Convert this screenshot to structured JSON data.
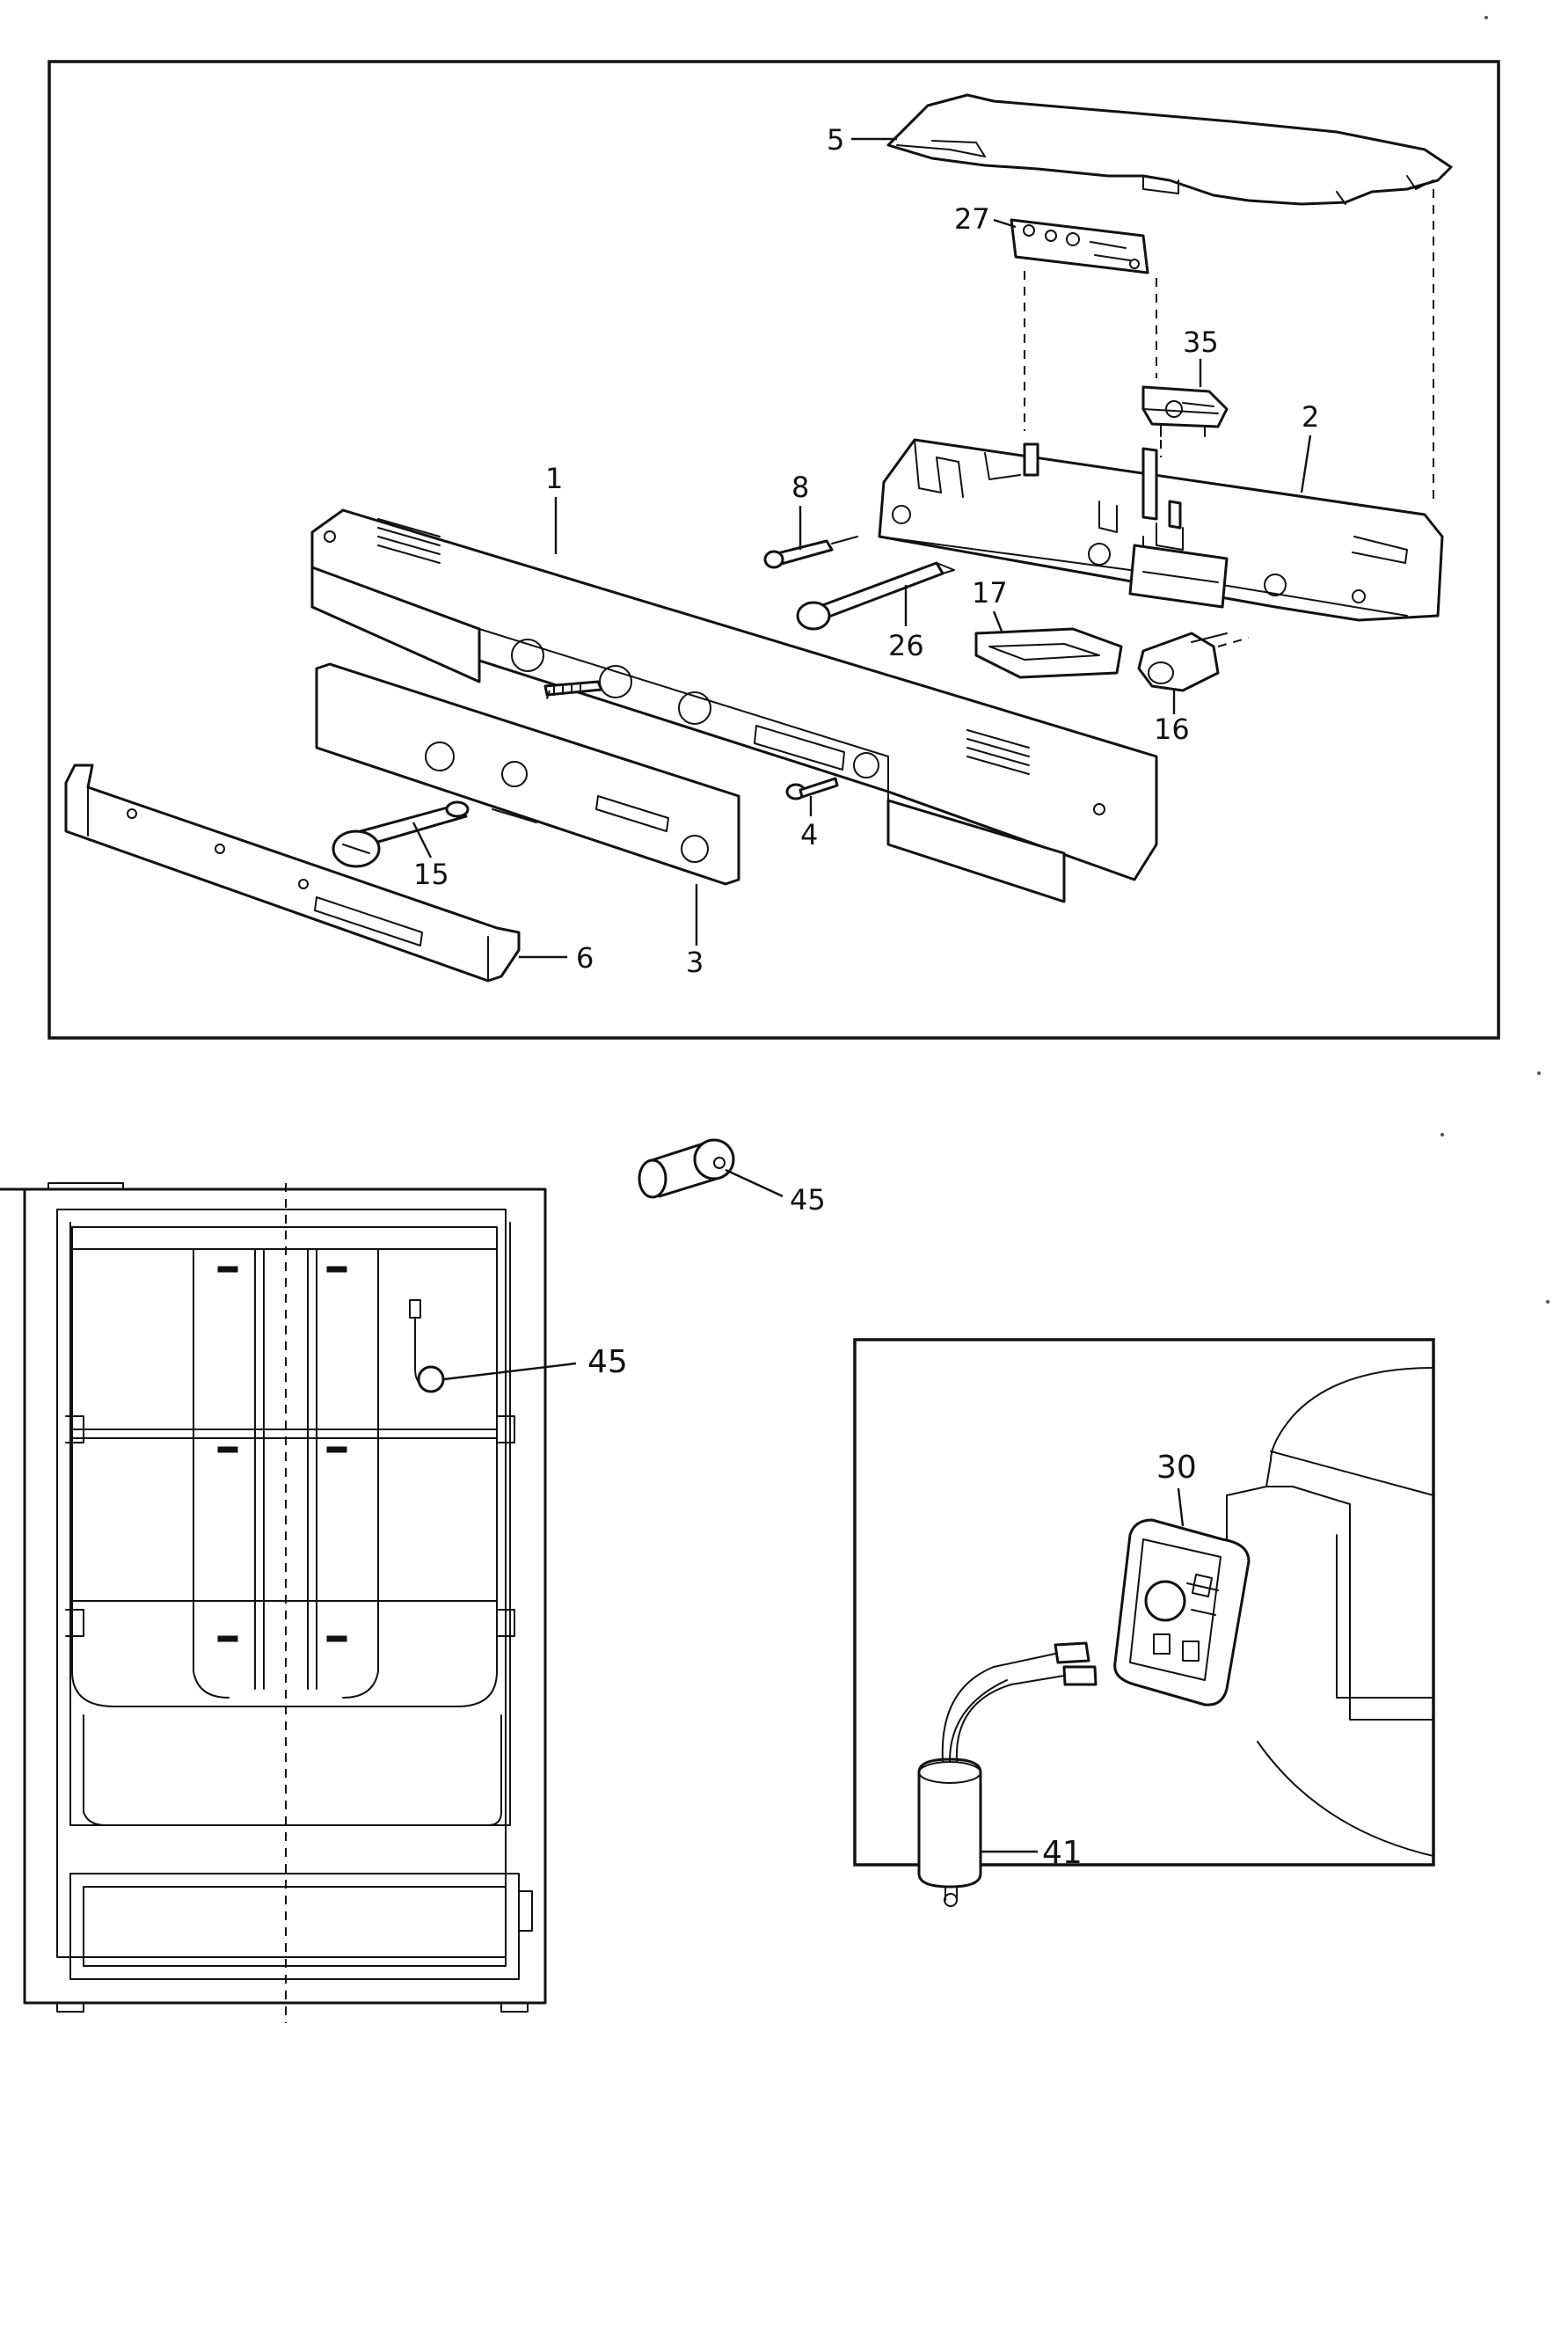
{
  "diagram": {
    "callouts": {
      "c1": "1",
      "c2": "2",
      "c3": "3",
      "c4": "4",
      "c5": "5",
      "c6": "6",
      "c8": "8",
      "c15": "15",
      "c16": "16",
      "c17": "17",
      "c26": "26",
      "c27": "27",
      "c35": "35",
      "c45a": "45",
      "c45b": "45",
      "c30": "30",
      "c41": "41"
    }
  }
}
